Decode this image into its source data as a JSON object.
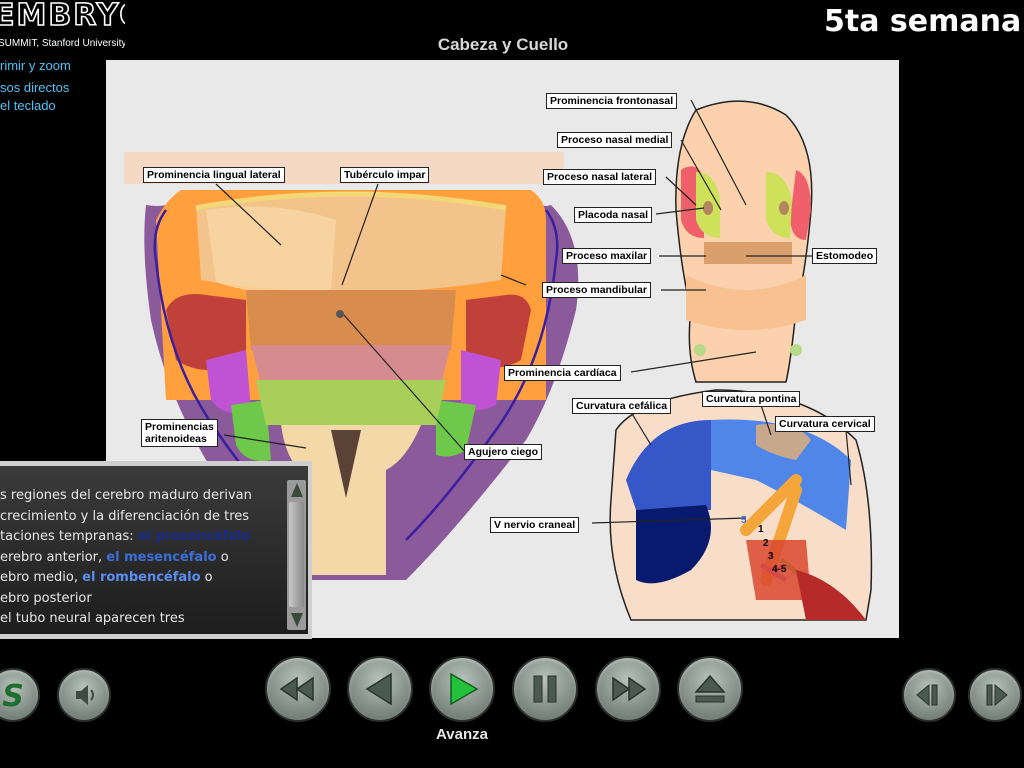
{
  "header": {
    "logo_text": "EMBRYO",
    "logo_subtitle": "SUMMIT, Stanford University",
    "week_title": "5ta semana",
    "module_title": "Cabeza y Cuello"
  },
  "side_links": [
    "rimir y zoom",
    "sos directos",
    "el teclado"
  ],
  "labels": {
    "prominencia_frontonasal": "Prominencia frontonasal",
    "proceso_nasal_medial": "Proceso nasal medial",
    "proceso_nasal_lateral": "Proceso nasal lateral",
    "placoda_nasal": "Placoda nasal",
    "proceso_maxilar": "Proceso maxilar",
    "estomodeo": "Estomodeo",
    "proceso_mandibular": "Proceso mandibular",
    "prominencia_cardiaca": "Prominencia cardíaca",
    "prominencia_lingual_lateral": "Prominencia lingual lateral",
    "tuberculo_impar": "Tubérculo impar",
    "prominencias_aritenoideas_1": "Prominencias",
    "prominencias_aritenoideas_2": "aritenoideas",
    "agujero_ciego": "Agujero ciego",
    "curvatura_cefalica": "Curvatura cefálica",
    "curvatura_pontina": "Curvatura pontina",
    "curvatura_cervical": "Curvatura cervical",
    "v_nervio_craneal": "V nervio craneal"
  },
  "nerve_numbers": [
    "5",
    "1",
    "2",
    "3",
    "4-5"
  ],
  "narration": {
    "line1": "s regiones del cerebro maduro derivan",
    "line2": "crecimiento y la diferenciación de tres",
    "line3_pre": "taciones tempranas: ",
    "line3_hl": "el prosencéfalo",
    "line4_pre": "erebro anterior, ",
    "line4_hl": "el mesencéfalo",
    "line4_post": " o",
    "line5_pre": "ebro medio, ",
    "line5_hl": "el rombencéfalo",
    "line5_post": " o",
    "line6": "ebro posterior",
    "line7": " el tubo neural aparecen tres"
  },
  "controls": {
    "status_label": "Avanza",
    "buttons": [
      "s-logo",
      "sound",
      "rewind",
      "previous",
      "play",
      "pause",
      "fast-forward",
      "eject",
      "step-back",
      "step-forward"
    ]
  },
  "colors": {
    "panel_bg": "#e9e9e9",
    "link": "#4fc3f7",
    "play_green": "#22c33a"
  }
}
